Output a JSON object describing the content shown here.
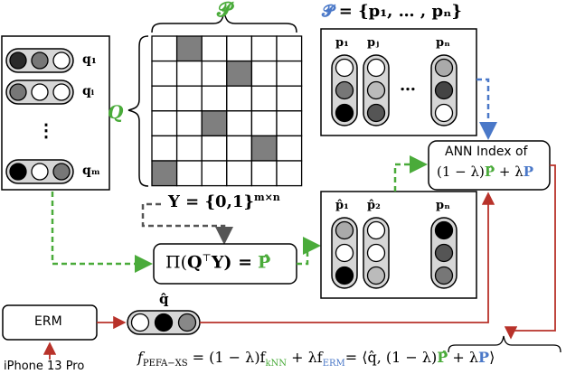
{
  "labels": {
    "P_brace": "𝓟",
    "Q_brace": "𝑸",
    "P_def_lhs": "𝓟",
    "P_def_rhs": "= {p₁, … , pₙ}",
    "q1": "q₁",
    "qi": "qᵢ",
    "qm": "qₘ",
    "q_dots": "⋮",
    "Y_def": "𝐘 = {0,1}",
    "Y_sup": "m×n",
    "pi_left": "Π(",
    "pi_q": "𝐐",
    "pi_sup": "⊤",
    "pi_y": "𝐘) =",
    "pi_phat": "𝐏̂",
    "p1": "p₁",
    "pj": "pⱼ",
    "pn": "pₙ",
    "p_dots": "…",
    "phat1": "p̂₁",
    "phat2": "p̂₂",
    "pn2": "pₙ",
    "ann_line1": "ANN Index of",
    "ann_line2a": "(1 − λ)",
    "ann_phat": "𝐏̂",
    "ann_plus": " + λ",
    "ann_P": "𝐏",
    "erm": "ERM",
    "device": "iPhone 13 Pro",
    "qhat": "q̂",
    "formula_f": "f",
    "formula_sub1": "PEFA−XS",
    "formula_mid1": " = (1 − λ)f",
    "formula_sub2": "kNN",
    "formula_mid2": " + λf",
    "formula_sub3": "ERM",
    "formula_mid3": "= ⟨q̂, (1 − λ)",
    "formula_phat": "𝐏̂",
    "formula_plus": " + λ",
    "formula_P": "𝐏",
    "formula_end": "⟩"
  },
  "matrix_filled_cells": [
    [
      0,
      1
    ],
    [
      1,
      3
    ],
    [
      3,
      2
    ],
    [
      4,
      4
    ],
    [
      5,
      0
    ]
  ],
  "q_circles": {
    "q1": [
      "#2a2a2a",
      "#777777",
      "#ffffff"
    ],
    "qi": [
      "#777777",
      "#ffffff",
      "#ffffff"
    ],
    "qm": [
      "#000000",
      "#ffffff",
      "#777777"
    ]
  },
  "p_circles": {
    "p1": [
      "#ffffff",
      "#777777",
      "#000000"
    ],
    "pj": [
      "#ffffff",
      "#bbbbbb",
      "#555555"
    ],
    "pn": [
      "#aaaaaa",
      "#444444",
      "#ffffff"
    ]
  },
  "phat_circles": {
    "phat1": [
      "#aaaaaa",
      "#ffffff",
      "#000000"
    ],
    "phat2": [
      "#ffffff",
      "#ffffff",
      "#bbbbbb"
    ],
    "pn2": [
      "#000000",
      "#555555",
      "#777777"
    ]
  },
  "qhat_circles": [
    "#ffffff",
    "#000000",
    "#888888"
  ],
  "colors": {
    "green": "#4aab3a",
    "blue": "#4a78c8",
    "red": "#b8322a",
    "gray_arrow": "#555555"
  }
}
